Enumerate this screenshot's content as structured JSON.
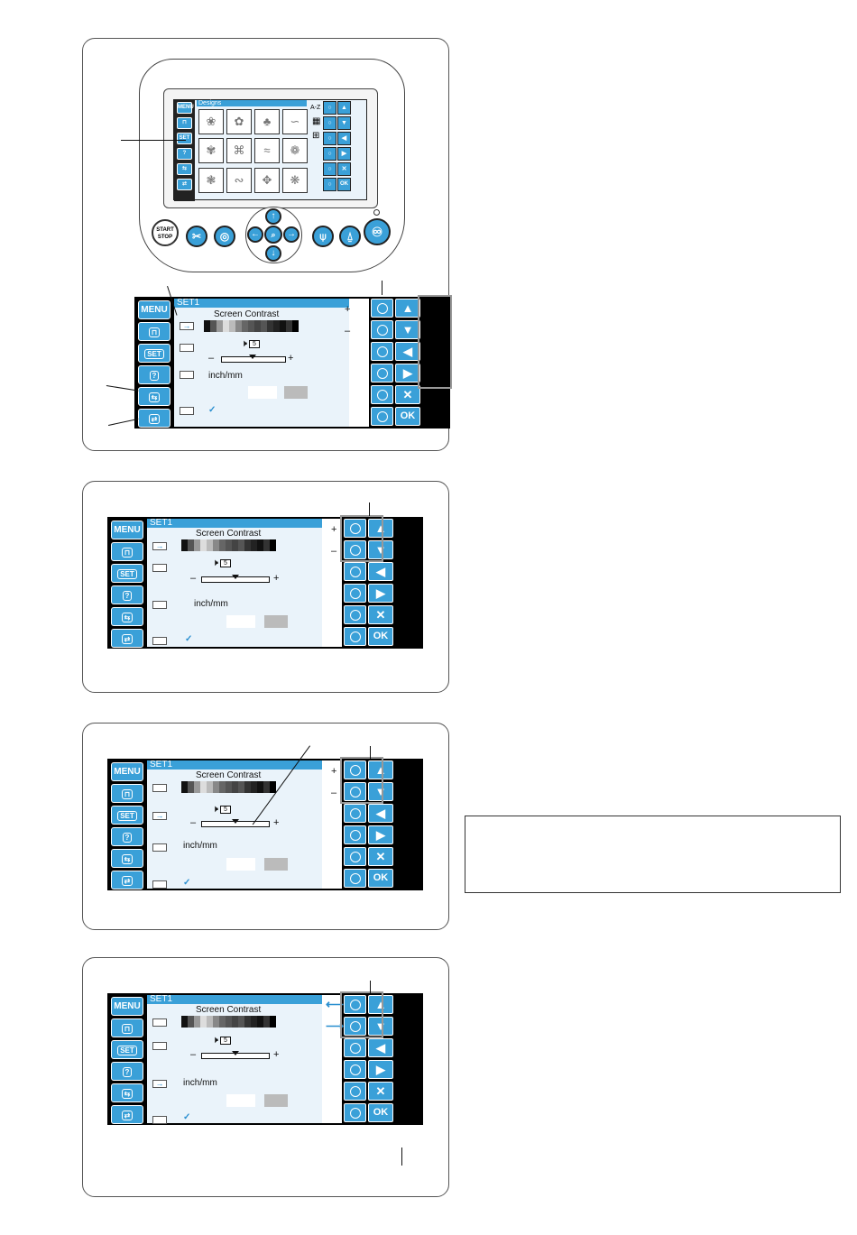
{
  "machine": {
    "screen_title": "Designs",
    "menu_label": "MENU",
    "set_label": "SET",
    "help_label": "?",
    "az_label": "A-Z",
    "ok_label": "OK",
    "close_label": "✕",
    "start_stop_label": "START STOP"
  },
  "set_screen": {
    "title": "SET1",
    "menu_label": "MENU",
    "set_label": "SET",
    "help_label": "?",
    "screen_contrast_label": "Screen Contrast",
    "volume_value": "5",
    "unit_label": "inch/mm",
    "ok_label": "OK",
    "close_label": "✕",
    "plus": "+",
    "minus": "–",
    "check": "✓"
  },
  "colors": {
    "button_blue": "#3aa0d8",
    "panel_bg": "#eaf3fa",
    "accent_arrow": "#2a8fd0"
  },
  "note_box": {
    "text": ""
  }
}
